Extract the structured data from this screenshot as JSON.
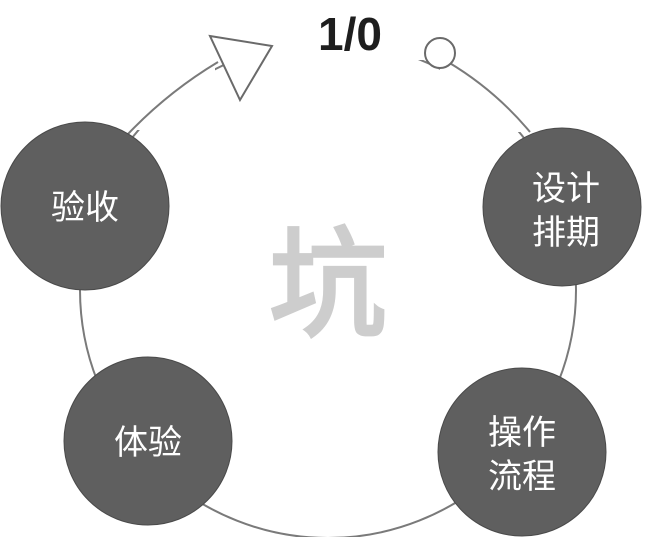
{
  "title": "1/0",
  "center_text": "坑",
  "nodes": [
    {
      "id": "design",
      "lines": [
        "设计",
        "排期"
      ]
    },
    {
      "id": "operation",
      "lines": [
        "操作",
        "流程"
      ]
    },
    {
      "id": "experience",
      "lines": [
        "体验"
      ]
    },
    {
      "id": "acceptance",
      "lines": [
        "验收"
      ]
    }
  ],
  "colors": {
    "node_fill": "#5f5f5f",
    "node_stroke": "#4a4a4a",
    "cycle_line": "#7a7a7a",
    "center_text": "#cdcdcd",
    "title_text": "#1e1e1e"
  }
}
